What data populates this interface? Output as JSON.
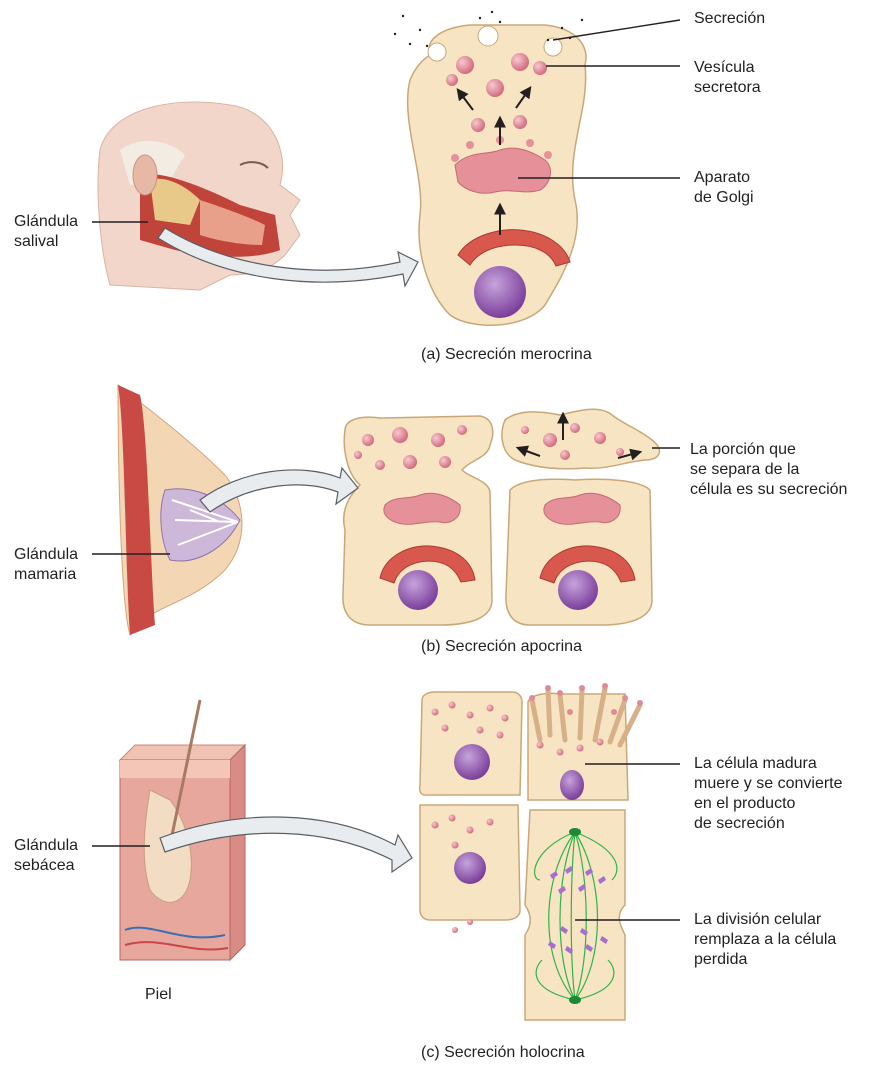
{
  "colors": {
    "cytoplasm": "#f7e4c2",
    "cell_outline": "#c8a878",
    "vesicle": "#e08a98",
    "golgi": "#e6909a",
    "er": "#d9584e",
    "nucleus": "#9a5bb2",
    "spindle": "#2fb34a",
    "chromosome": "#a46fcf",
    "arrow_fill": "#e9ecef",
    "leader_line": "#231f20"
  },
  "panel_a": {
    "caption": "(a) Secreción merocrina",
    "gland_label": [
      "Glándula",
      "salival"
    ],
    "callouts": {
      "secretion": "Secreción",
      "vesicle": [
        "Vesícula",
        "secretora"
      ],
      "golgi": [
        "Aparato",
        "de Golgi"
      ]
    }
  },
  "panel_b": {
    "caption": "(b) Secreción apocrina",
    "gland_label": [
      "Glándula",
      "mamaria"
    ],
    "callouts": {
      "detached": [
        "La porción que",
        "se separa de la",
        "célula es su secreción"
      ]
    }
  },
  "panel_c": {
    "caption": "(c) Secreción holocrina",
    "gland_label": [
      "Glándula",
      "sebácea"
    ],
    "skin_label": "Piel",
    "callouts": {
      "mature_cell": [
        "La célula madura",
        "muere y se convierte",
        "en el producto",
        "de secreción"
      ],
      "division": [
        "La división celular",
        "remplaza a la célula",
        "perdida"
      ]
    }
  }
}
